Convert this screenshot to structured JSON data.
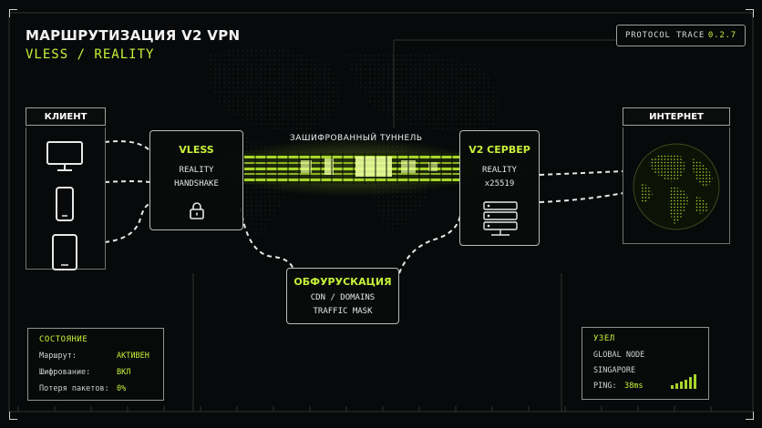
{
  "header": {
    "title": "МАРШРУТИЗАЦИЯ V2 VPN",
    "subtitle": "VLESS / REALITY",
    "trace_label": "PROTOCOL TRACE",
    "trace_version": "0.2.7"
  },
  "client": {
    "label": "КЛИЕНТ",
    "devices": [
      "monitor-icon",
      "phone-icon",
      "tablet-icon"
    ]
  },
  "vless_box": {
    "title": "VLESS",
    "lines": [
      "REALITY",
      "HANDSHAKE"
    ],
    "icon": "lock-icon"
  },
  "tunnel": {
    "label": "ЗАШИФРОВАННЫЙ ТУННЕЛЬ"
  },
  "server_box": {
    "title": "V2 СЕРВЕР",
    "lines": [
      "REALITY",
      "x25519"
    ],
    "icon": "server-icon"
  },
  "obfuscation_box": {
    "title": "ОБФУРУСКАЦИЯ",
    "lines": [
      "CDN / DOMAINS",
      "TRAFFIC MASK"
    ]
  },
  "internet": {
    "label": "ИНТЕРНЕТ",
    "icon": "globe-icon"
  },
  "status_panel": {
    "title": "СОСТОЯНИЕ",
    "rows": [
      {
        "label": "Маршрут:",
        "value": "АКТИВЕН"
      },
      {
        "label": "Шифрование:",
        "value": "ВКЛ"
      },
      {
        "label": "Потеря пакетов:",
        "value": "0%"
      }
    ]
  },
  "node_panel": {
    "title": "УЗЕЛ",
    "line1": "GLOBAL NODE",
    "line2": "SINGAPORE",
    "ping_label": "PING:",
    "ping_value": "38ms",
    "signal_bars": 6
  },
  "colors": {
    "accent": "#c6f13a",
    "background": "#07090a",
    "border": "#b7beb7"
  }
}
